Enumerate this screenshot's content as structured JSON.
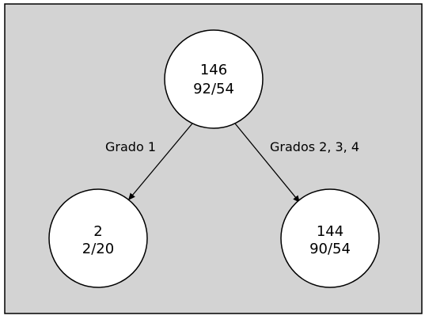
{
  "colors": {
    "panel_background": "#d3d3d3",
    "panel_border": "#000000",
    "node_fill": "#ffffff",
    "node_stroke": "#000000",
    "edge_stroke": "#000000"
  },
  "tree": {
    "root": {
      "count": "146",
      "ratio": "92/54"
    },
    "left_child": {
      "count": "2",
      "ratio": "2/20"
    },
    "right_child": {
      "count": "144",
      "ratio": "90/54"
    },
    "edges": {
      "left_label": "Grado 1",
      "right_label": "Grados 2, 3, 4"
    }
  }
}
